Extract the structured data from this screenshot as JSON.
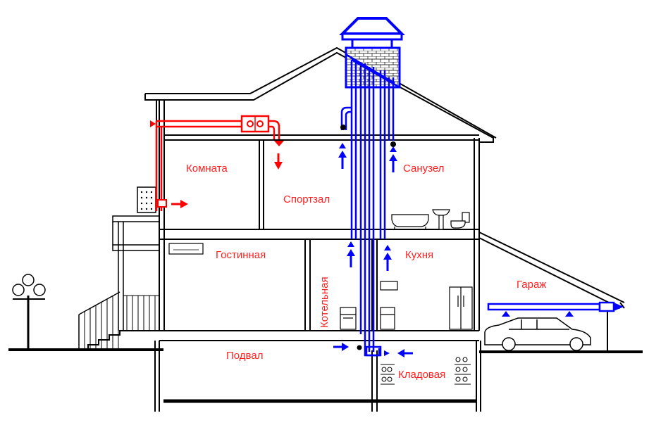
{
  "diagram": {
    "rooms": {
      "komnata": "Комната",
      "sportzal": "Спортзал",
      "sanuzel": "Санузел",
      "gostinnaya": "Гостинная",
      "kotelnaya": "Котельная",
      "kukhnya": "Кухня",
      "garazh": "Гараж",
      "podval": "Подвал",
      "kladovaya": "Кладовая"
    },
    "colors": {
      "walls": "#000000",
      "exhaust_ducts": "#0000ff",
      "supply_ducts": "#ff0000",
      "labels": "#ff2020",
      "background": "#ffffff"
    },
    "icons": [
      "recuperator-icon",
      "ventilation-cap-icon",
      "bathtub-icon",
      "sink-icon",
      "toilet-icon",
      "refrigerator-icon",
      "stove-icon",
      "boiler-icon",
      "car-icon",
      "street-lamp-icon",
      "air-conditioner-icon"
    ]
  }
}
